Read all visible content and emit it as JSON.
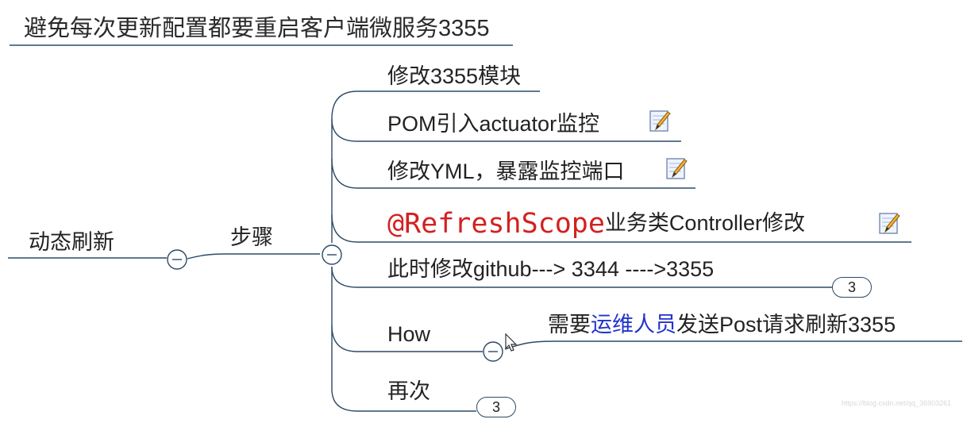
{
  "title": "避免每次更新配置都要重启客户端微服务3355",
  "root": {
    "label": "动态刷新"
  },
  "step": {
    "label": "步骤"
  },
  "branches": [
    {
      "label": "修改3355模块"
    },
    {
      "label": "POM引入actuator监控",
      "has_note": true
    },
    {
      "label": "修改YML，暴露监控端口",
      "has_note": true
    },
    {
      "code": "@RefreshScope",
      "label": "业务类Controller修改",
      "has_note": true
    },
    {
      "label": "此时修改github---> 3344 ---->3355",
      "collapsed_count": "3"
    },
    {
      "label": "How"
    },
    {
      "label": "再次",
      "collapsed_count": "3"
    }
  ],
  "how_child": {
    "prefix": "需要",
    "highlight": "运维人员",
    "suffix": "发送Post请求刷新3355"
  },
  "collapse_symbol": "–",
  "icons": {
    "note": "note-pencil-icon",
    "collapse": "collapse-circle-icon",
    "cursor": "mouse-cursor-icon"
  },
  "colors": {
    "line": "#2d4a66",
    "code": "#d42020",
    "highlight": "#2233cc"
  },
  "watermark": "https://blog.csdn.net/qq_36903261"
}
